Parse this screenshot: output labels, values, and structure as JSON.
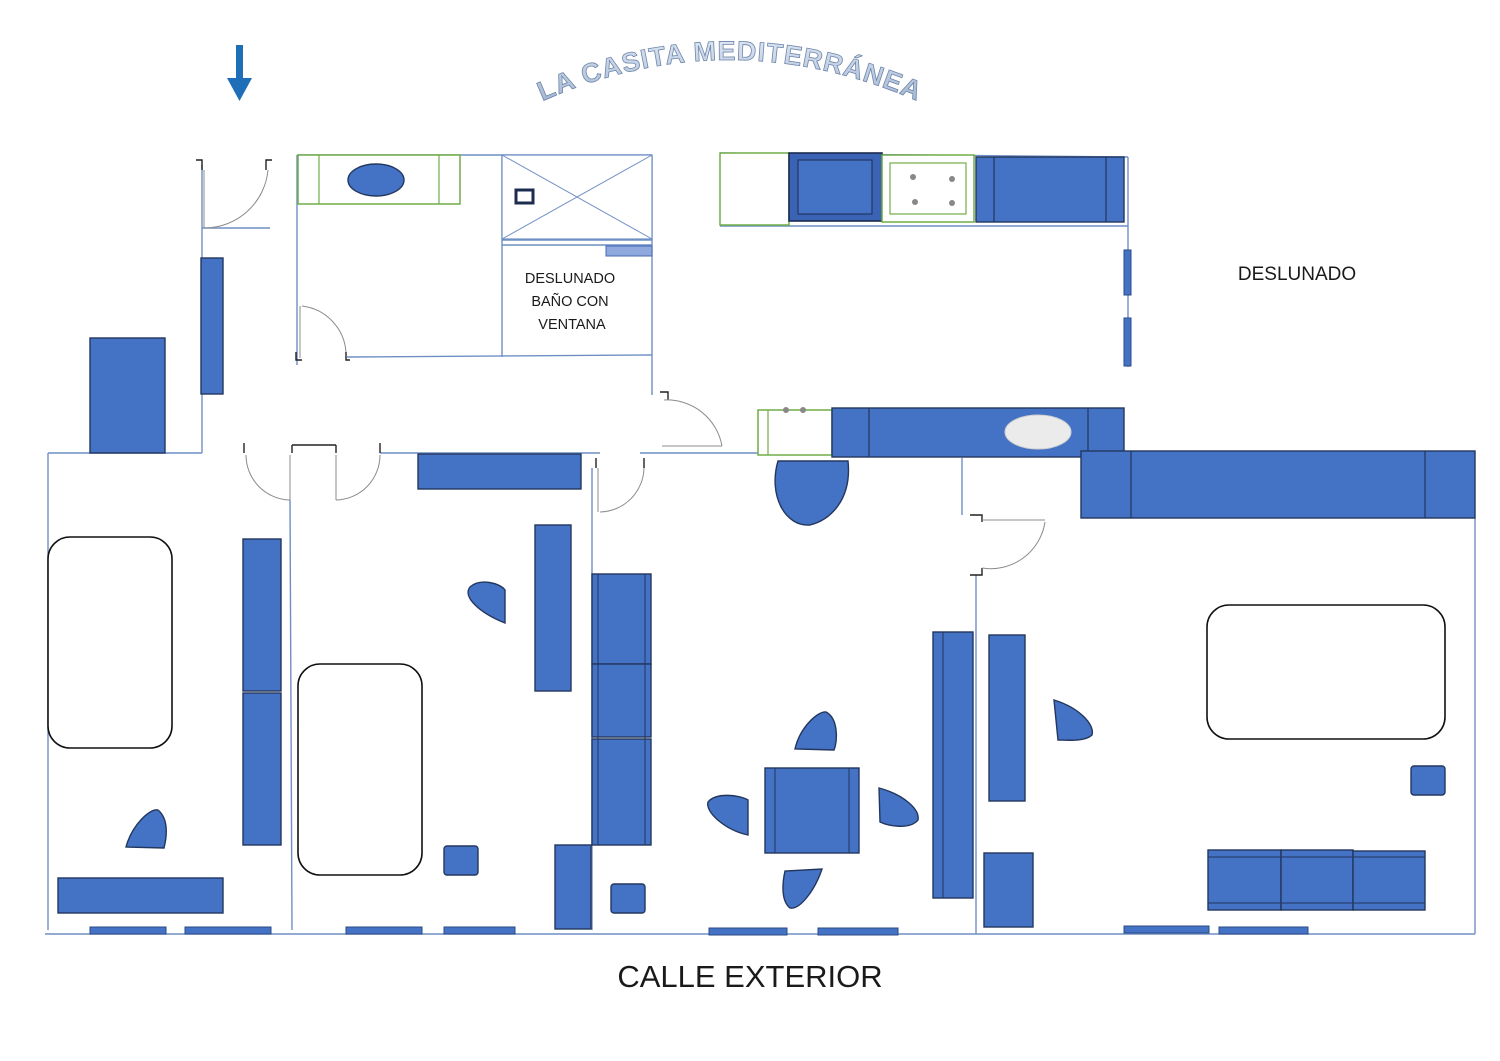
{
  "title": "LA CASITA MEDITERRÁNEA",
  "labels": {
    "light_well_bathroom": [
      "DESLUNADO",
      "BAÑO CON",
      "VENTANA"
    ],
    "light_well_right": "DESLUNADO",
    "street": "CALLE EXTERIOR"
  },
  "icons": {
    "entrance": "down-arrow-icon"
  },
  "colors": {
    "furniture": "#4472c4",
    "furniture_outline": "#23375e",
    "kitchen_outline": "#70ad47",
    "walls": "#6f8fc4",
    "entrance_arrow": "#1f6fb8"
  }
}
